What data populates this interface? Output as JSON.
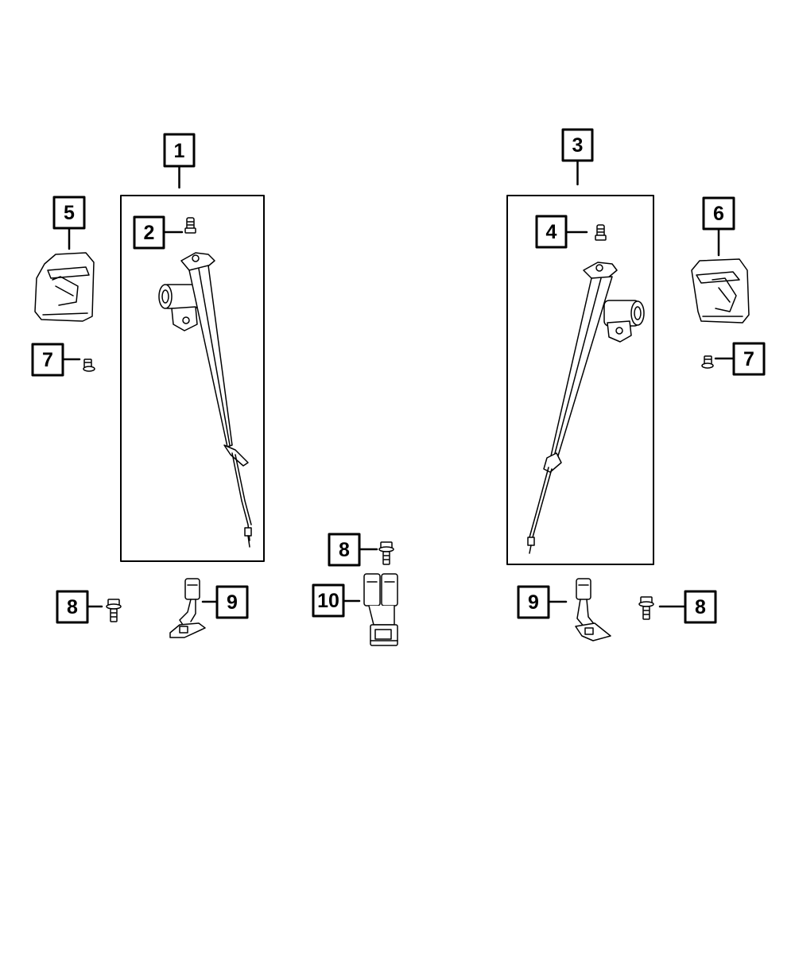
{
  "diagram": {
    "callouts": {
      "c1": "1",
      "c2": "2",
      "c3": "3",
      "c4": "4",
      "c5": "5",
      "c6": "6",
      "c7_left": "7",
      "c7_right": "7",
      "c8_left": "8",
      "c8_center": "8",
      "c8_right": "8",
      "c9_left": "9",
      "c9_right": "9",
      "c10": "10"
    },
    "line_color": "#000000",
    "background": "#ffffff"
  }
}
